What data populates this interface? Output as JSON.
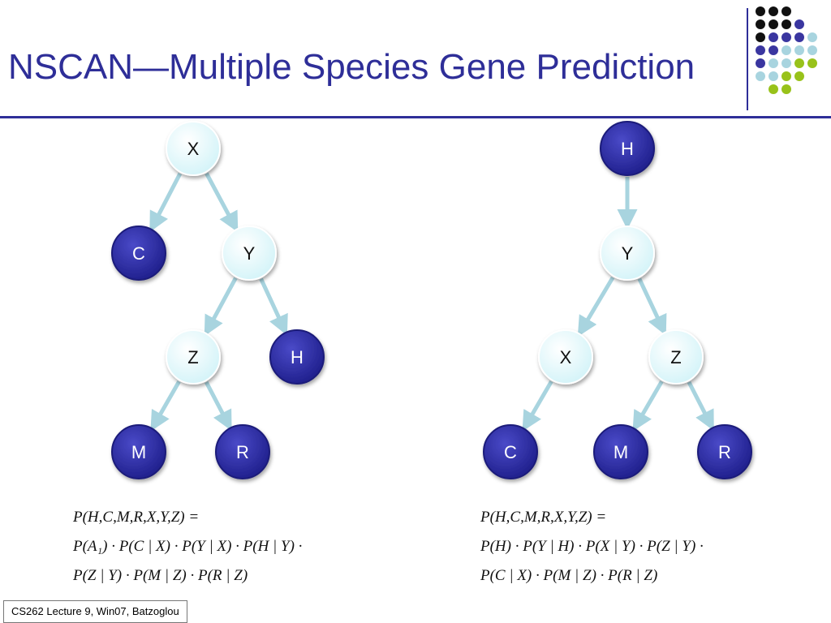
{
  "slide": {
    "title": "NSCAN—Multiple Species Gene Prediction",
    "footer": "CS262 Lecture 9, Win07, Batzoglou"
  },
  "colors": {
    "title": "#2e2e98",
    "dark_node": "#2a2aa0",
    "light_node": "#dff8fb",
    "edge": "#a8d4df",
    "dot_black": "#111111",
    "dot_purple": "#3a36a0",
    "dot_lightblue": "#a8d4df",
    "dot_green": "#98c21a"
  },
  "trees": [
    {
      "nodes": [
        {
          "label": "X",
          "style": "light"
        },
        {
          "label": "C",
          "style": "dark"
        },
        {
          "label": "Y",
          "style": "light"
        },
        {
          "label": "Z",
          "style": "light"
        },
        {
          "label": "H",
          "style": "dark"
        },
        {
          "label": "M",
          "style": "dark"
        },
        {
          "label": "R",
          "style": "dark"
        }
      ],
      "edges": [
        [
          "X",
          "C"
        ],
        [
          "X",
          "Y"
        ],
        [
          "Y",
          "Z"
        ],
        [
          "Y",
          "H"
        ],
        [
          "Z",
          "M"
        ],
        [
          "Z",
          "R"
        ]
      ],
      "formula": [
        "P(H,C,M,R,X,Y,Z) =",
        "P(A₁) · P(C | X) · P(Y | X) · P(H | Y) ·",
        "P(Z | Y) · P(M | Z) · P(R | Z)"
      ]
    },
    {
      "nodes": [
        {
          "label": "H",
          "style": "dark"
        },
        {
          "label": "Y",
          "style": "light"
        },
        {
          "label": "X",
          "style": "light"
        },
        {
          "label": "Z",
          "style": "light"
        },
        {
          "label": "C",
          "style": "dark"
        },
        {
          "label": "M",
          "style": "dark"
        },
        {
          "label": "R",
          "style": "dark"
        }
      ],
      "edges": [
        [
          "H",
          "Y"
        ],
        [
          "Y",
          "X"
        ],
        [
          "Y",
          "Z"
        ],
        [
          "X",
          "C"
        ],
        [
          "Z",
          "M"
        ],
        [
          "Z",
          "R"
        ]
      ],
      "formula": [
        "P(H,C,M,R,X,Y,Z) =",
        "P(H) · P(Y | H) · P(X | Y) · P(Z | Y) ·",
        "P(C | X) · P(M | Z) · P(R | Z)"
      ]
    }
  ]
}
